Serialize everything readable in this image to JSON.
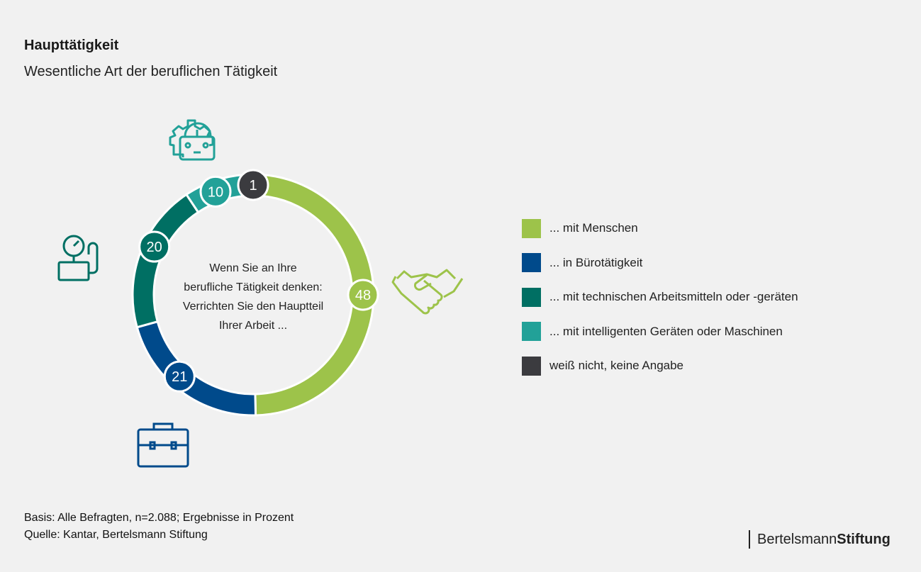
{
  "title": "Haupttätigkeit",
  "subtitle": "Wesentliche Art der beruflichen Tätigkeit",
  "center_text": [
    "Wenn Sie an Ihre",
    "berufliche Tätigkeit denken:",
    "Verrichten Sie den Hauptteil",
    "Ihrer Arbeit ..."
  ],
  "chart_data": {
    "type": "pie",
    "variant": "donut",
    "categories": [
      "... mit Menschen",
      "... in Bürotätigkeit",
      "... mit technischen Arbeitsmitteln oder -geräten",
      "... mit intelligenten Geräten oder Maschinen",
      "weiß nicht, keine Angabe"
    ],
    "values": [
      48,
      21,
      20,
      10,
      1
    ],
    "labels": [
      "48",
      "21",
      "20",
      "10",
      "1"
    ],
    "colors": [
      "#9dc34a",
      "#004a8b",
      "#006f63",
      "#22a198",
      "#3b3b3f"
    ],
    "unit": "%",
    "legend_position": "right"
  },
  "footer": {
    "basis": "Basis: Alle Befragten, n=2.088; Ergebnisse in Prozent",
    "source": "Quelle: Kantar, Bertelsmann Stiftung"
  },
  "brand": {
    "part1": "Bertelsmann",
    "part2": "Stiftung"
  }
}
